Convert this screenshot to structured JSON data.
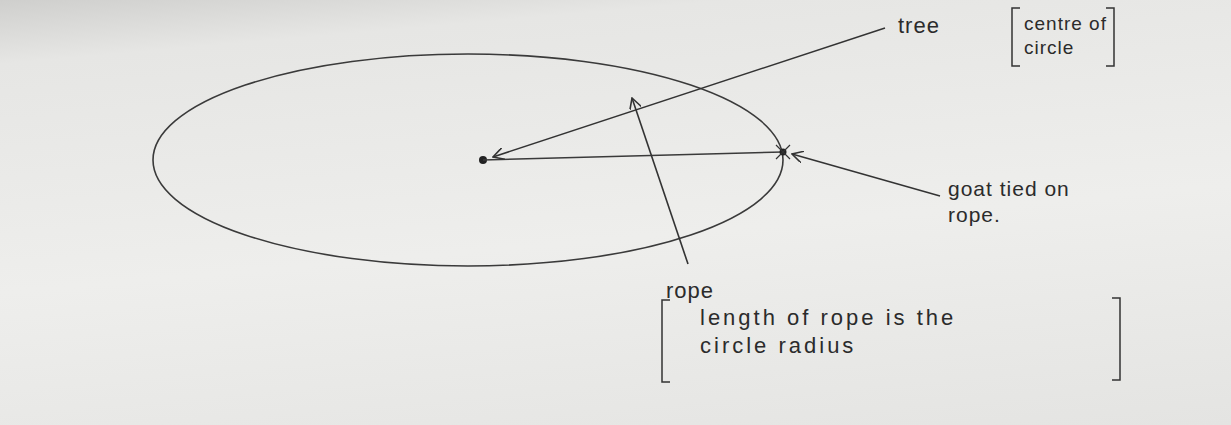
{
  "diagram": {
    "labels": [
      "tree",
      "centre of circle",
      "goat tied on rope.",
      "rope",
      "length of rope is the circle radius"
    ]
  }
}
